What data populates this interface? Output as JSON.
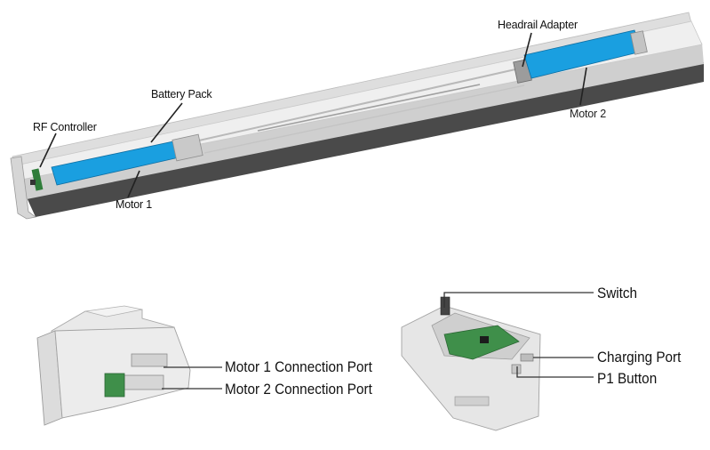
{
  "headrail_diagram": {
    "labels": {
      "rf_controller": "RF Controller",
      "battery_pack": "Battery Pack",
      "motor_1": "Motor 1",
      "headrail_adapter": "Headrail Adapter",
      "motor_2": "Motor 2"
    }
  },
  "module_left": {
    "labels": {
      "motor_1_port": "Motor 1 Connection Port",
      "motor_2_port": "Motor 2 Connection Port"
    }
  },
  "module_right": {
    "labels": {
      "switch": "Switch",
      "charging_port": "Charging Port",
      "p1_button": "P1 Button"
    }
  },
  "colors": {
    "motor_blue": "#1a9fe0",
    "rail_gray": "#d9d9d9",
    "rail_dark": "#4a4a4a",
    "pcb_green": "#3f8f4a",
    "housing": "#e6e6e6"
  }
}
